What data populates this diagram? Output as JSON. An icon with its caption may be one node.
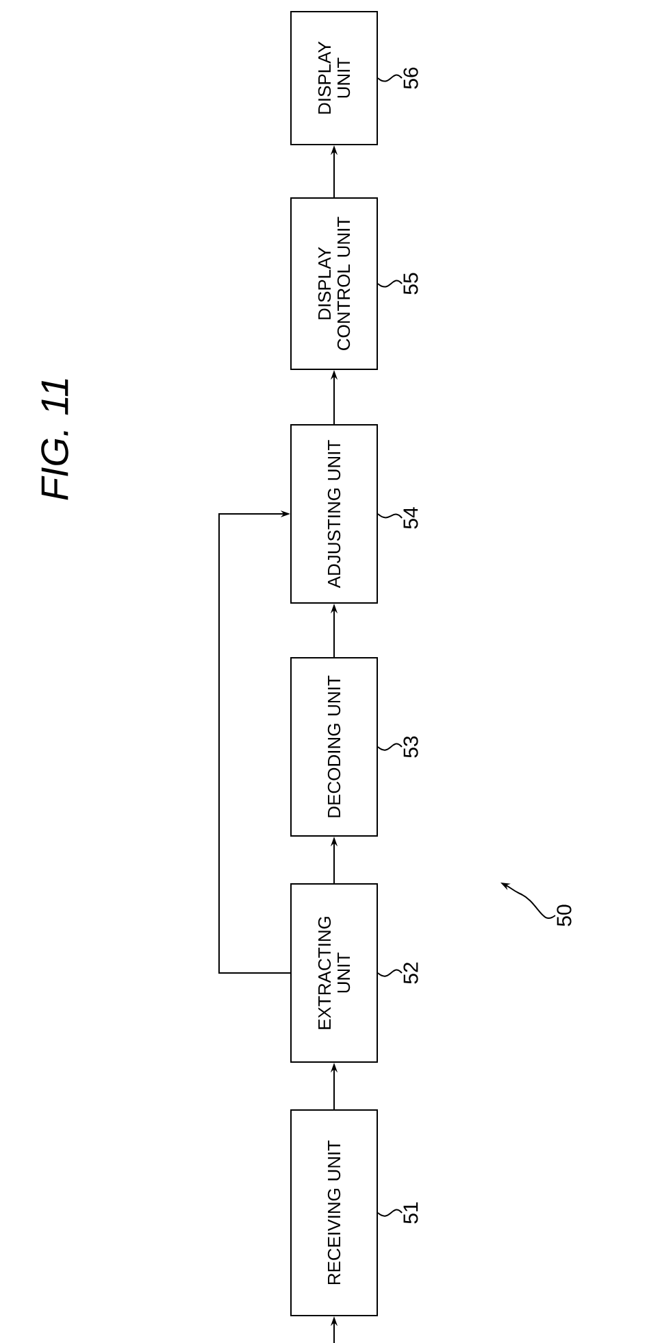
{
  "diagram": {
    "title": "FIG. 11",
    "nodes": [
      {
        "text": [
          "RECEIVING UNIT"
        ]
      },
      {
        "text": [
          "EXTRACTING UNIT"
        ]
      },
      {
        "text": [
          "DECODING UNIT"
        ]
      },
      {
        "text": [
          "ADJUSTING UNIT"
        ]
      },
      {
        "text": [
          "DISPLAY CONTROL UNIT"
        ]
      },
      {
        "text": [
          "DISPLAY UNIT"
        ]
      },
      {
        "text": [
          "51"
        ]
      },
      {
        "text": [
          "52"
        ]
      },
      {
        "text": [
          "53"
        ]
      },
      {
        "text": [
          "54"
        ]
      },
      {
        "text": [
          "55"
        ]
      },
      {
        "text": [
          "56"
        ]
      },
      {
        "text": [
          "50"
        ]
      }
    ],
    "edges": [
      {
        "from": null,
        "to": 0,
        "arrow": "to"
      },
      {
        "from": 0,
        "to": 1,
        "arrow": "to"
      },
      {
        "from": 1,
        "to": 2,
        "arrow": "to"
      },
      {
        "from": 2,
        "to": 3,
        "arrow": "to"
      },
      {
        "from": 3,
        "to": 4,
        "arrow": "to"
      },
      {
        "from": 4,
        "to": 5,
        "arrow": "to"
      },
      {
        "from": 1,
        "to": 3,
        "arrow": "to"
      },
      {
        "from": 6,
        "to": 0,
        "arrow": "none"
      },
      {
        "from": 7,
        "to": 1,
        "arrow": "none"
      },
      {
        "from": 8,
        "to": 2,
        "arrow": "none"
      },
      {
        "from": 9,
        "to": 3,
        "arrow": "none"
      },
      {
        "from": 10,
        "to": 4,
        "arrow": "none"
      },
      {
        "from": 11,
        "to": 5,
        "arrow": "none"
      },
      {
        "from": 12,
        "to": null,
        "arrow": "to"
      }
    ]
  }
}
